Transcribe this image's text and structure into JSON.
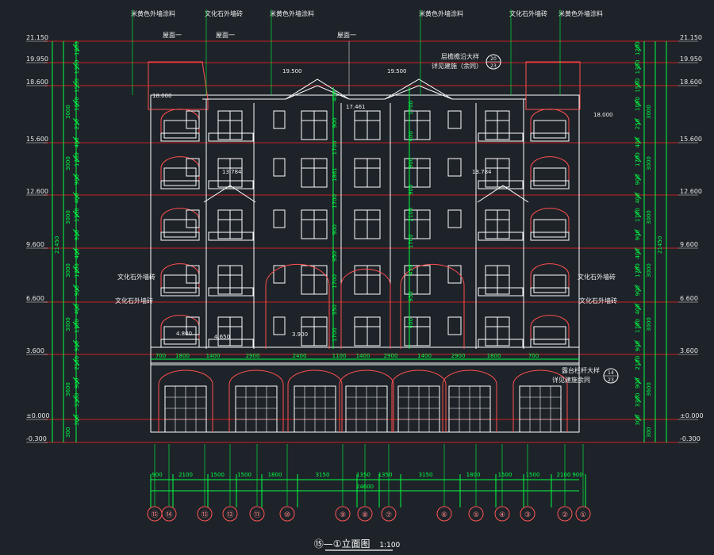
{
  "colors": {
    "background": "#1e2329",
    "dimension": "#00ff44",
    "outline": "#ffffff",
    "level_line": "#ff2222",
    "accent": "#ff4f4f",
    "grid_bubble": "#ff5555",
    "annotation": "#f0f0f0",
    "elevation_text": "#e6e6e6"
  },
  "title": {
    "label": "⑮—①立面图",
    "scale": "1:100"
  },
  "top_annotations": [
    "米黄色外墙涂料",
    "文化石外墙砖",
    "米黄色外墙涂料",
    "米黄色外墙涂料",
    "文化石外墙砖",
    "米黄色外墙涂料"
  ],
  "roof_labels": [
    "屋面一",
    "屋面一",
    "屋面一"
  ],
  "detail_callouts": [
    {
      "text": "层檐檐沿大样",
      "sub": "详见建施（余同）",
      "num": "20",
      "sheet": "23"
    },
    {
      "text": "露台栏杆大样",
      "sub": "详见建施余同",
      "num": "14",
      "sheet": "23"
    }
  ],
  "side_annotations": [
    "文化石外墙砖",
    "文化石外墙砖",
    "文化石外墙砖",
    "文化石外墙砖"
  ],
  "elevation_levels": [
    "21.150",
    "19.950",
    "18.600",
    "15.600",
    "12.600",
    "9.600",
    "6.600",
    "3.600",
    "±0.000",
    "-0.300"
  ],
  "inner_elevations": [
    "19.500",
    "19.500",
    "18.000",
    "18.000",
    "17.461",
    "13.784",
    "13.784",
    "4.800",
    "4.650",
    "3.900"
  ],
  "left_dims_inner": [
    "1200",
    "1350",
    "1550",
    "1050",
    "250",
    "400",
    "1700",
    "900",
    "400",
    "1700",
    "900",
    "400",
    "1700",
    "900",
    "400",
    "1700",
    "900",
    "2100",
    "900",
    "3300",
    "300"
  ],
  "left_dims_outer": [
    "3000",
    "3000",
    "3000",
    "3000",
    "3000",
    "3600",
    "300"
  ],
  "total_height": "21450",
  "center_dims": [
    "400",
    "1700",
    "900",
    "400",
    "1700",
    "900",
    "1861",
    "900",
    "1700",
    "2106",
    "900",
    "1700",
    "950",
    "450",
    "1700",
    "950",
    "350",
    "400",
    "1700"
  ],
  "bottom_dims": [
    "900",
    "2100",
    "1500",
    "1500",
    "1800",
    "3150",
    "1350",
    "1350",
    "3150",
    "1800",
    "1500",
    "1500",
    "2100",
    "900"
  ],
  "total_width": "24600",
  "railing_dims": [
    "700",
    "1800",
    "1400",
    "2900",
    "2400",
    "1100",
    "1400",
    "2900",
    "1400",
    "2900",
    "1800",
    "700"
  ],
  "grid_axes": [
    "⑮",
    "⑭",
    "⑬",
    "⑫",
    "⑪",
    "⑩",
    "⑨",
    "⑧",
    "⑦",
    "⑥",
    "⑤",
    "④",
    "③",
    "②",
    "①"
  ]
}
